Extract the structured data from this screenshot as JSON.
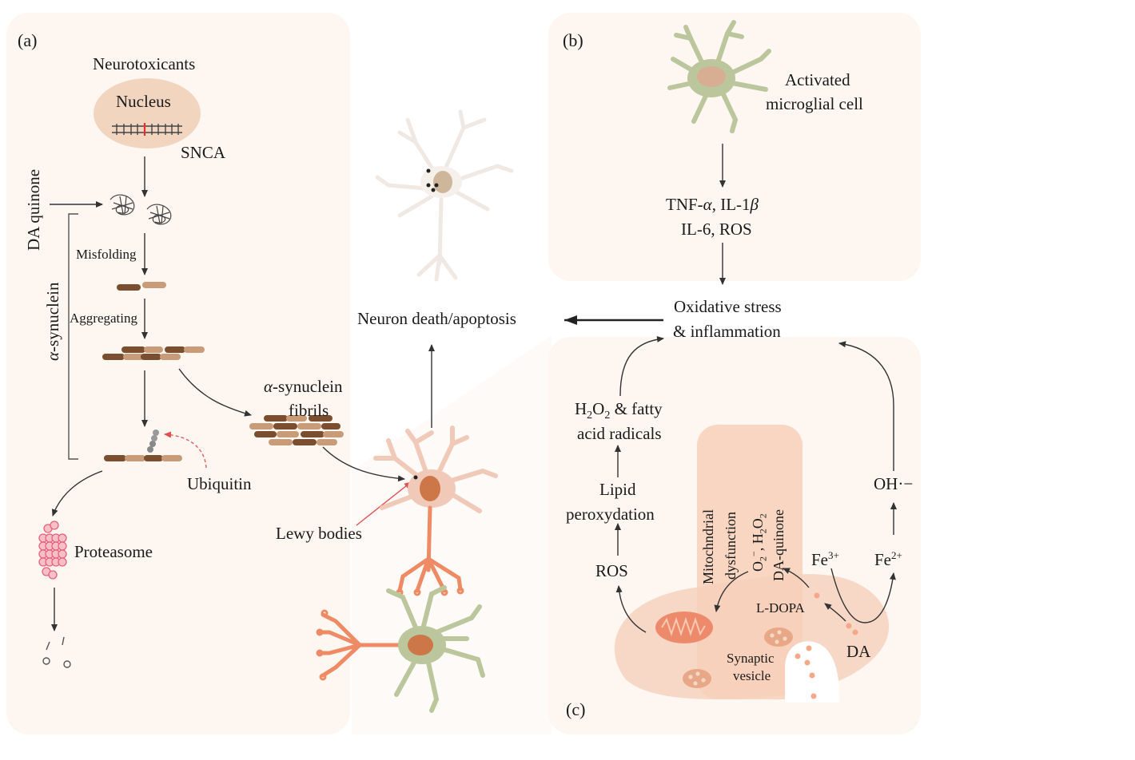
{
  "panels": {
    "a": {
      "label": "(a)"
    },
    "b": {
      "label": "(b)"
    },
    "c": {
      "label": "(c)"
    }
  },
  "panel_a": {
    "neurotoxicants": "Neurotoxicants",
    "nucleus": "Nucleus",
    "snca": "SNCA",
    "da_quinone": "DA quinone",
    "alpha_synuclein_prefix": "α",
    "alpha_synuclein_suffix": "-synuclein",
    "misfolding": "Misfolding",
    "aggregating": "Aggregating",
    "fibrils_prefix": "α",
    "fibrils_suffix": "-synuclein",
    "fibrils_line2": "fibrils",
    "ubiquitin": "Ubiquitin",
    "proteasome": "Proteasome",
    "lewy_bodies": "Lewy bodies"
  },
  "center": {
    "neuron_death": "Neuron death/apoptosis"
  },
  "panel_b": {
    "activated_line1": "Activated",
    "activated_line2": "microglial cell",
    "cytokines_tnf": "TNF-",
    "cytokines_alpha": "α",
    "cytokines_il1": ", IL-1",
    "cytokines_beta": "β",
    "cytokines_line2": "IL-6, ROS",
    "oxidative_line1": "Oxidative stress",
    "oxidative_line2": "& inflammation"
  },
  "panel_c": {
    "h2o2_h": "H",
    "h2o2_sub1": "2",
    "h2o2_o": "O",
    "h2o2_sub2": "2",
    "h2o2_rest": " & fatty",
    "h2o2_line2": "acid radicals",
    "lipid_line1": "Lipid",
    "lipid_line2": "peroxydation",
    "ros": "ROS",
    "mito_line1": "Mitochndrial",
    "mito_line2": "dysfunction",
    "o2_text": "O",
    "o2_sub": "2",
    "o2_sup": "−",
    "o2_h2o2": ", H",
    "o2_sub2": "2",
    "o2_o": "O",
    "o2_sub3": "2",
    "da_quinone": "DA-quinone",
    "fe3": "Fe",
    "fe3_sup": "3+",
    "fe2": "Fe",
    "fe2_sup": "2+",
    "oh": "OH·−",
    "ldopa": "L-DOPA",
    "da": "DA",
    "synaptic_line1": "Synaptic",
    "synaptic_line2": "vesicle"
  },
  "colors": {
    "panel_bg": "#fdf6f1",
    "nucleus": "#f2d5bf",
    "neuron_pink": "#f0c9b8",
    "neuron_orange": "#ee8a64",
    "microglia": "#bcc69c",
    "body_c": "#f7d8c6",
    "mito": "#ee8a6c",
    "proteasome": "#e8607a",
    "fibril_dark": "#7a4e2e",
    "fibril_light": "#c89c78",
    "arrow": "#333333",
    "ubiquitin_arrow": "#e06060"
  }
}
